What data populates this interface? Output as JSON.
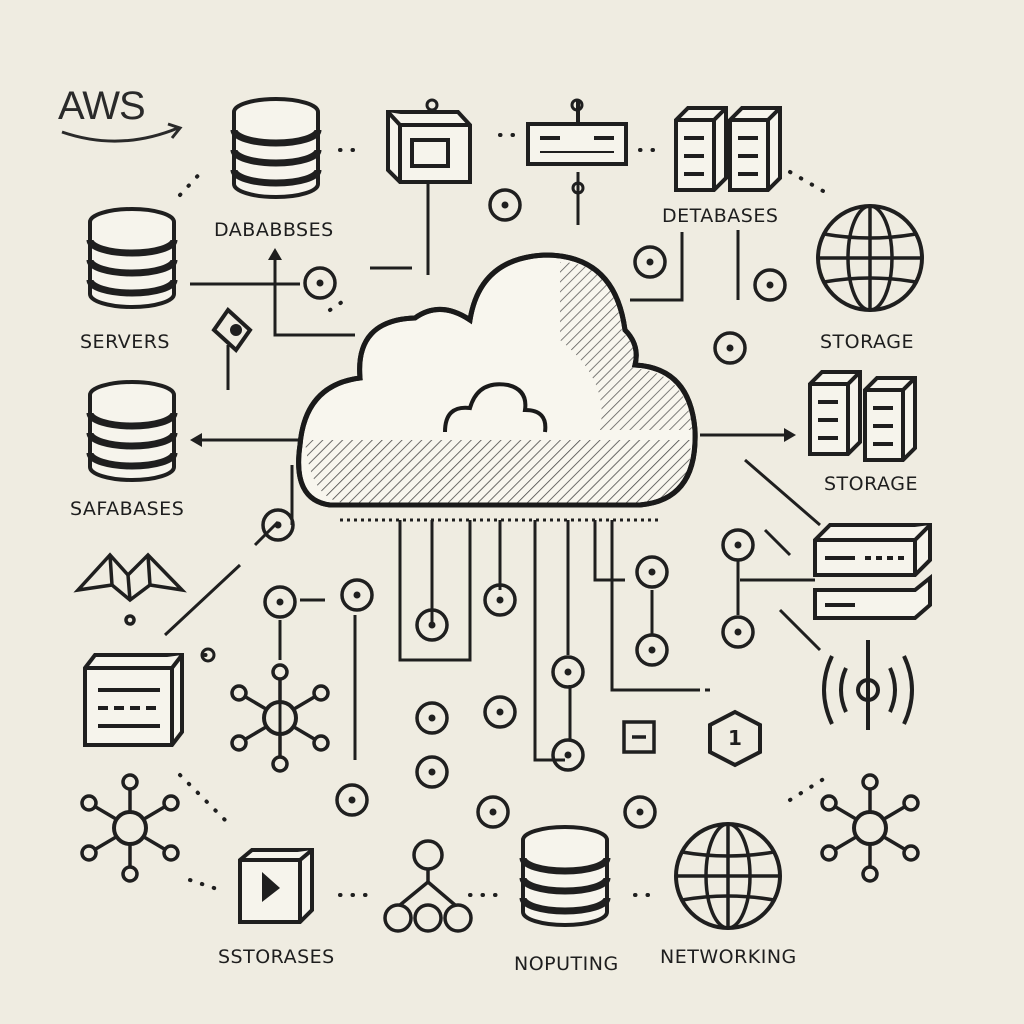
{
  "diagram": {
    "logo": "AWS",
    "labels": {
      "top_left_db": "DABABBSES",
      "top_right_db": "DETABASES",
      "servers": "SERVERS",
      "storage_right_top": "STORAGE",
      "safabases": "SAFABASES",
      "storage_right_mid": "STORAGE",
      "sstorases": "SSTORASES",
      "noputing": "NOPUTING",
      "networking": "NETWORKING"
    },
    "badge_number": "1",
    "icons": [
      "cloud-icon",
      "database-icon",
      "server-rack-icon",
      "globe-icon",
      "hub-icon",
      "network-node-icon",
      "wireless-signal-icon",
      "box-icon",
      "chip-icon"
    ],
    "colors": {
      "ink": "#1f1f1f",
      "paper": "#efece1"
    }
  }
}
